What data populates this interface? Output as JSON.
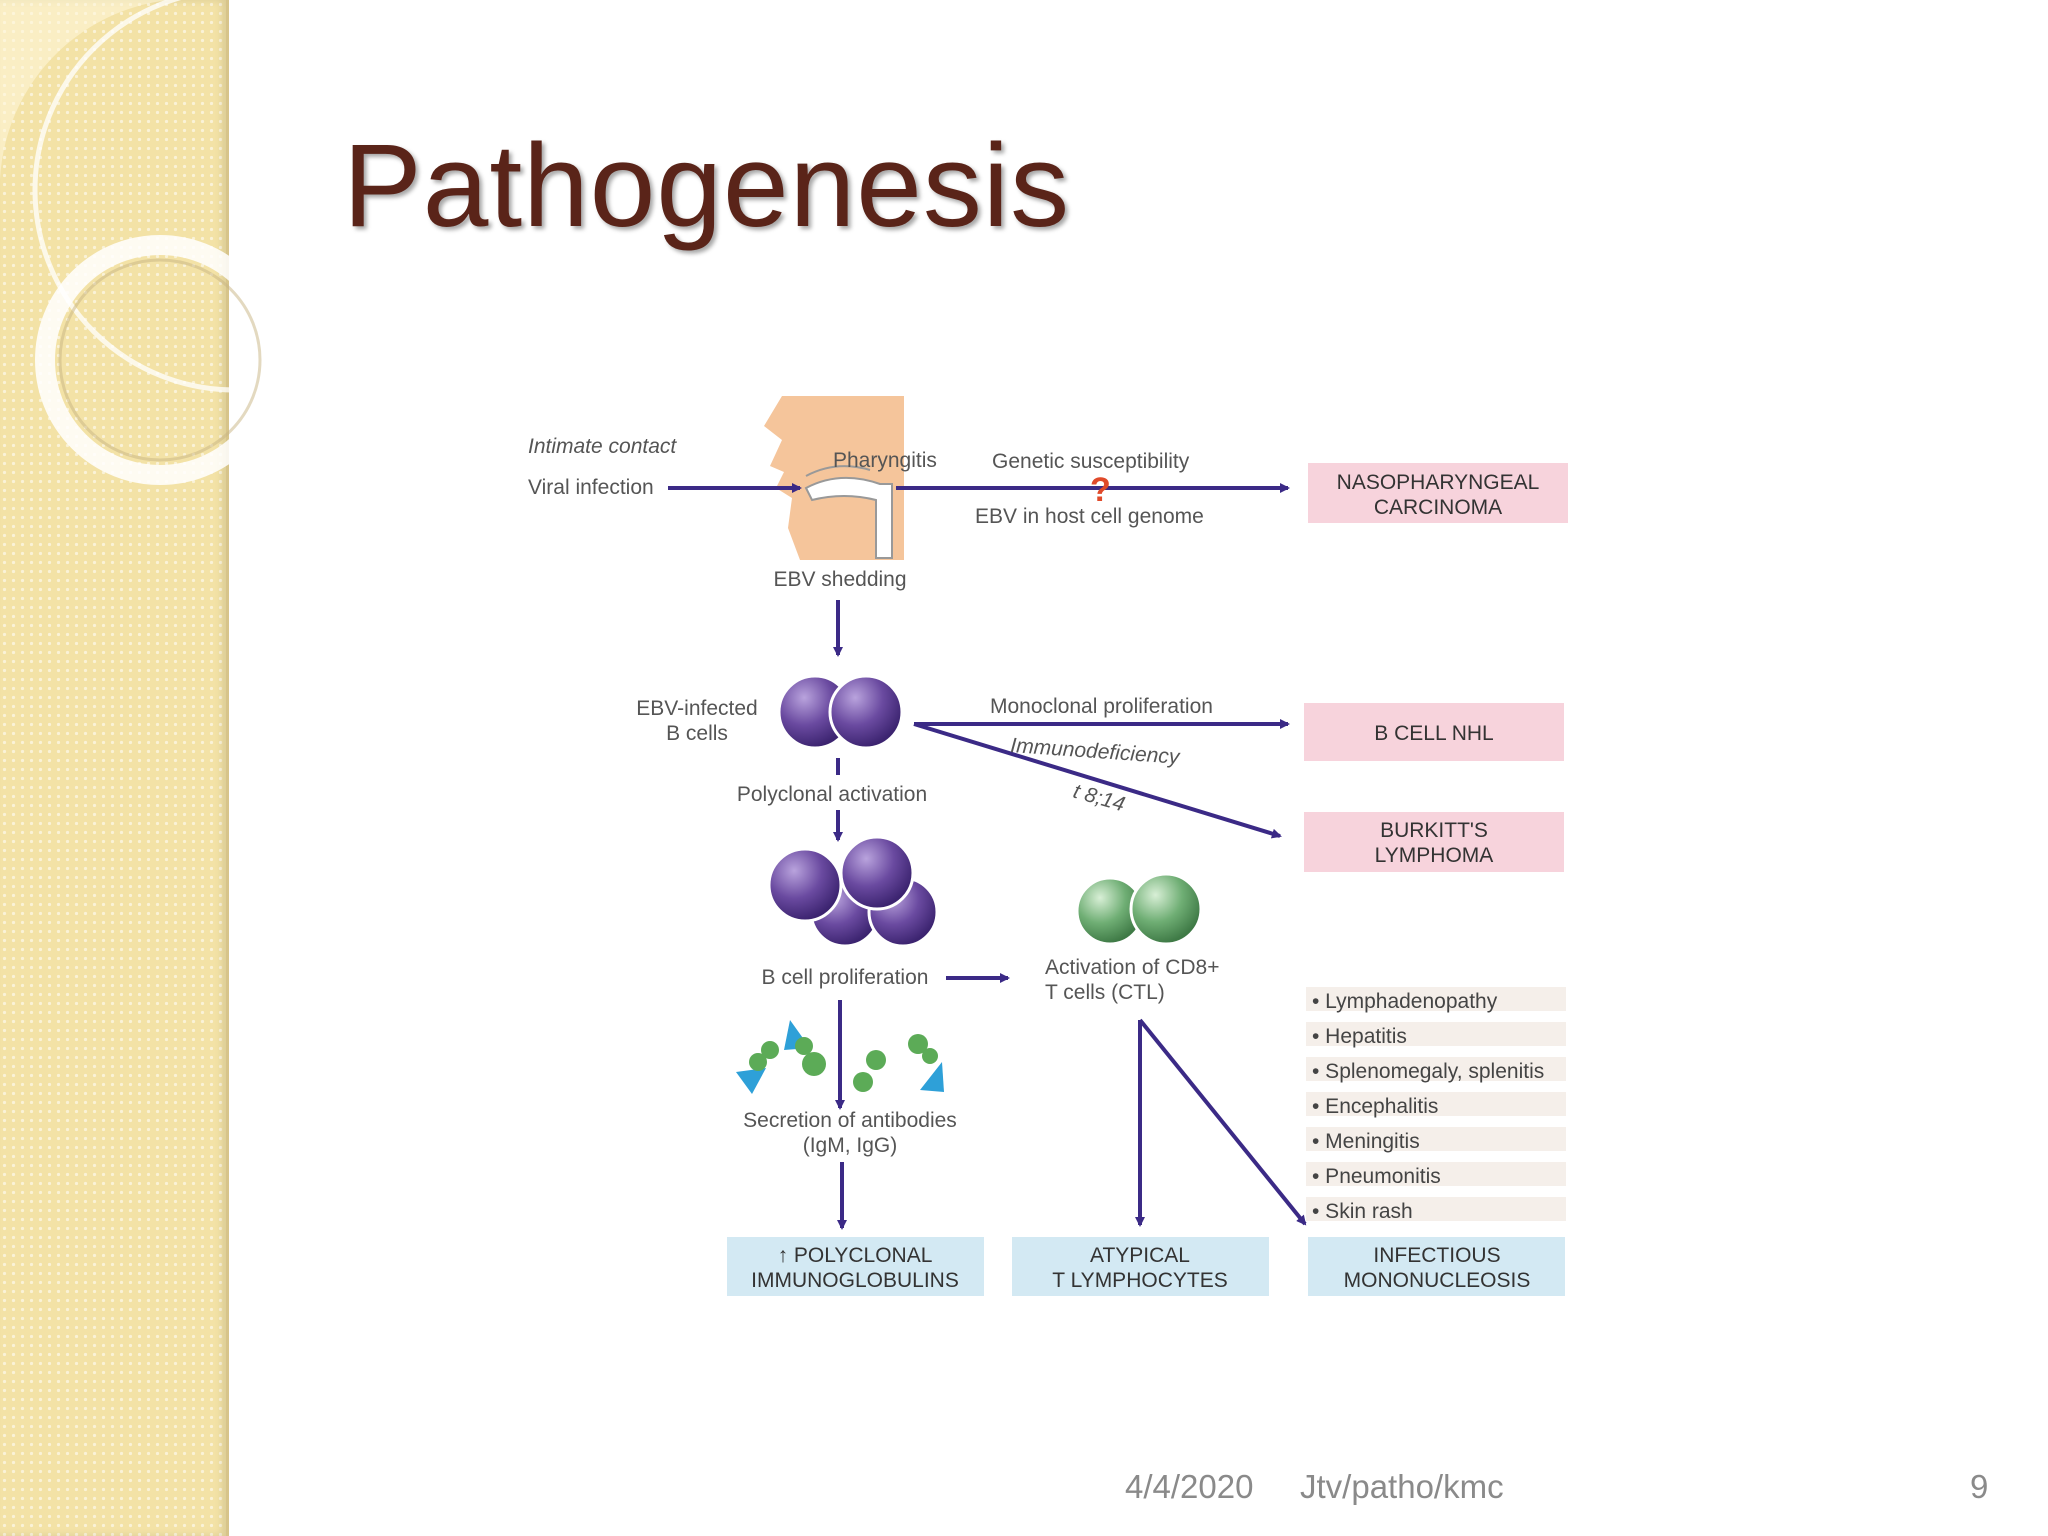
{
  "slide": {
    "title": "Pathogenesis",
    "footer_date": "4/4/2020",
    "footer_source": "Jtv/patho/kmc",
    "page_number": "9"
  },
  "diagram": {
    "labels": {
      "intimate_contact": "Intimate contact",
      "viral_infection": "Viral infection",
      "pharyngitis": "Pharyngitis",
      "genetic_susceptibility": "Genetic susceptibility",
      "question_mark": "?",
      "ebv_host_genome": "EBV in host cell genome",
      "ebv_shedding": "EBV shedding",
      "ebv_infected_1": "EBV-infected",
      "ebv_infected_2": "B cells",
      "monoclonal_proliferation": "Monoclonal  proliferation",
      "immunodeficiency": "Immunodeficiency",
      "translocation": "t 8;14",
      "polyclonal_activation": "Polyclonal  activation",
      "b_cell_proliferation": "B cell proliferation",
      "activation_cd8_1": "Activation of CD8+",
      "activation_cd8_2": "T cells (CTL)",
      "secretion_1": "Secretion of antibodies",
      "secretion_2": "(IgM, IgG)"
    },
    "outcomes": {
      "nasopharyngeal": [
        "NASOPHARYNGEAL",
        "CARCINOMA"
      ],
      "b_cell_nhl": [
        "B CELL NHL"
      ],
      "burkitts": [
        "BURKITT'S",
        "LYMPHOMA"
      ],
      "polyclonal_ig": [
        "↑ POLYCLONAL",
        "IMMUNOGLOBULINS"
      ],
      "atypical": [
        "ATYPICAL",
        "T LYMPHOCYTES"
      ],
      "mononucleosis": [
        "INFECTIOUS",
        "MONONUCLEOSIS"
      ]
    },
    "symptoms": [
      "• Lymphadenopathy",
      "• Hepatitis",
      "• Splenomegaly, splenitis",
      "• Encephalitis",
      "• Meningitis",
      "• Pneumonitis",
      "• Skin rash"
    ],
    "colors": {
      "arrow": "#3b2a86",
      "malignant_box": "#f7d3dc",
      "benign_box": "#d3e9f3",
      "b_cell": "#6a4aa0",
      "t_cell": "#6fae74",
      "question": "#e04a2a",
      "title": "#5a2419"
    }
  }
}
